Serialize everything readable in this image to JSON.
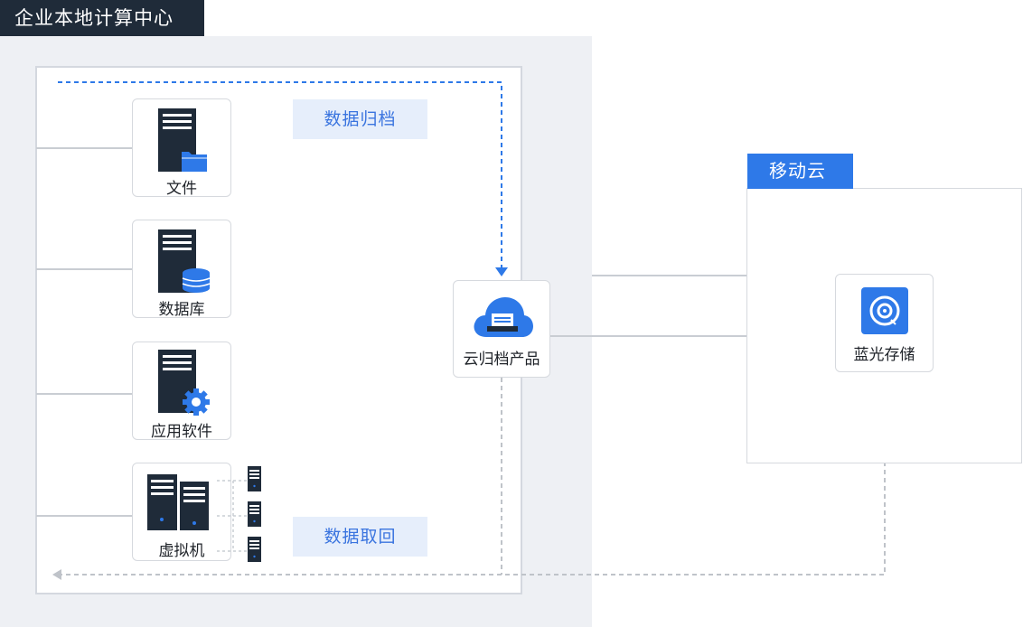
{
  "onprem": {
    "title": "企业本地计算中心"
  },
  "sources": [
    {
      "label": "文件",
      "icon": "file-server-icon"
    },
    {
      "label": "数据库",
      "icon": "database-server-icon"
    },
    {
      "label": "应用软件",
      "icon": "application-server-icon"
    },
    {
      "label": "虚拟机",
      "icon": "virtual-machine-icon"
    }
  ],
  "flows": {
    "archive": "数据归档",
    "retrieve": "数据取回"
  },
  "product": {
    "label": "云归档产品",
    "icon": "cloud-archive-icon"
  },
  "cloud": {
    "title": "移动云",
    "storage": {
      "label": "蓝光存储",
      "icon": "bluray-disc-icon"
    }
  },
  "colors": {
    "accent": "#2e79e8",
    "dark": "#1f2b39",
    "region_bg": "#eef0f4",
    "tag_bg": "#e6eefb"
  }
}
